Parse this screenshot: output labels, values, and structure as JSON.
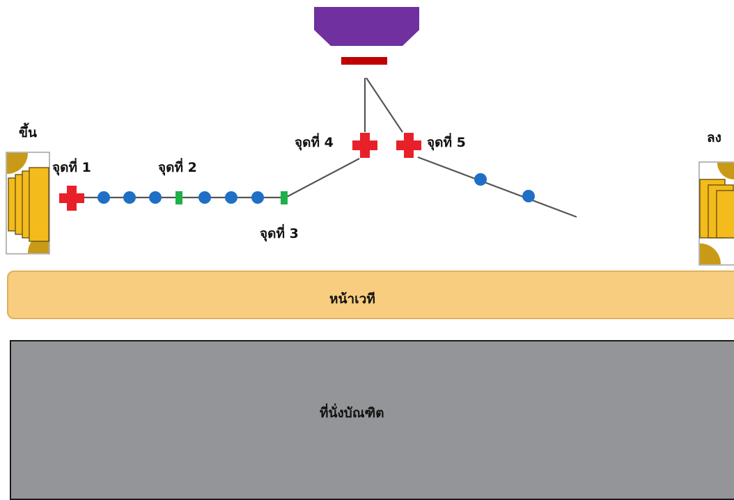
{
  "labels": {
    "stairs_up": "ขึ้น",
    "stairs_down": "ลง",
    "point_1": "จุดที่ 1",
    "point_2": "จุดที่ 2",
    "point_3": "จุดที่ 3",
    "point_4": "จุดที่ 4",
    "point_5": "จุดที่ 5",
    "stage": "หน้าเวที",
    "graduate_seats": "ที่นั่งบัณฑิต"
  },
  "icons": [
    "stairs-icon",
    "presiding-seat-icon",
    "red-cross-marker-icon",
    "blue-dot-icon",
    "green-square-marker-icon"
  ],
  "colors": {
    "presiding_seat": "#7030a0",
    "presiding_bar": "#c00000",
    "cross_marker": "#e8202a",
    "dot": "#1f6fc5",
    "green_marker": "#1fb04a",
    "path_line": "#555555",
    "stage": "#f8cd7f",
    "seats": "#939598",
    "stairs": "#f3bb1c",
    "stairs_corner": "#c89a17"
  }
}
